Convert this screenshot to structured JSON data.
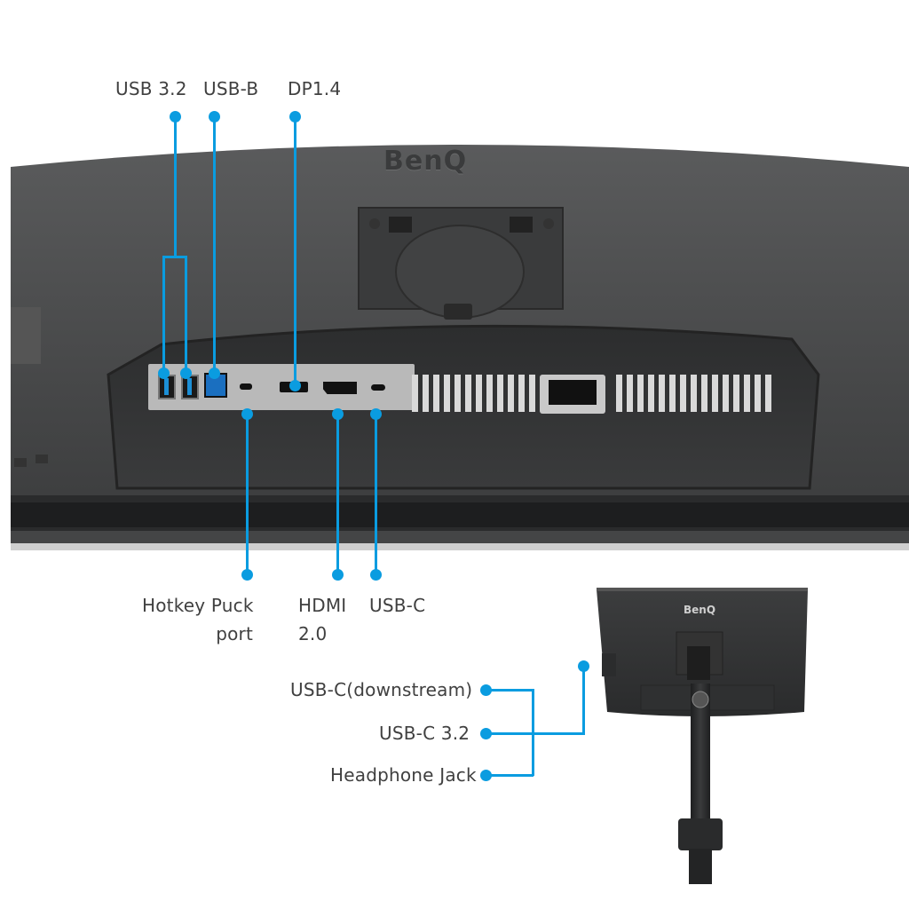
{
  "brand": {
    "logo_main": "BenQ",
    "logo_small": "BenQ"
  },
  "accent_color": "#0a9ce0",
  "top_callouts": [
    {
      "label": "USB 3.2",
      "icon": "usb-a-port-icon"
    },
    {
      "label": "USB-B",
      "icon": "usb-b-port-icon"
    },
    {
      "label": "DP1.4",
      "icon": "displayport-icon"
    }
  ],
  "bottom_callouts": [
    {
      "label_line1": "Hotkey Puck",
      "label_line2": "port",
      "icon": "hotkey-puck-port-icon"
    },
    {
      "label_line1": "HDMI",
      "label_line2": "2.0",
      "icon": "hdmi-port-icon"
    },
    {
      "label_line1": "USB-C",
      "label_line2": "",
      "icon": "usb-c-port-icon"
    }
  ],
  "side_callouts": [
    {
      "label": "USB-C(downstream)"
    },
    {
      "label": "USB-C 3.2"
    },
    {
      "label": "Headphone Jack"
    }
  ]
}
